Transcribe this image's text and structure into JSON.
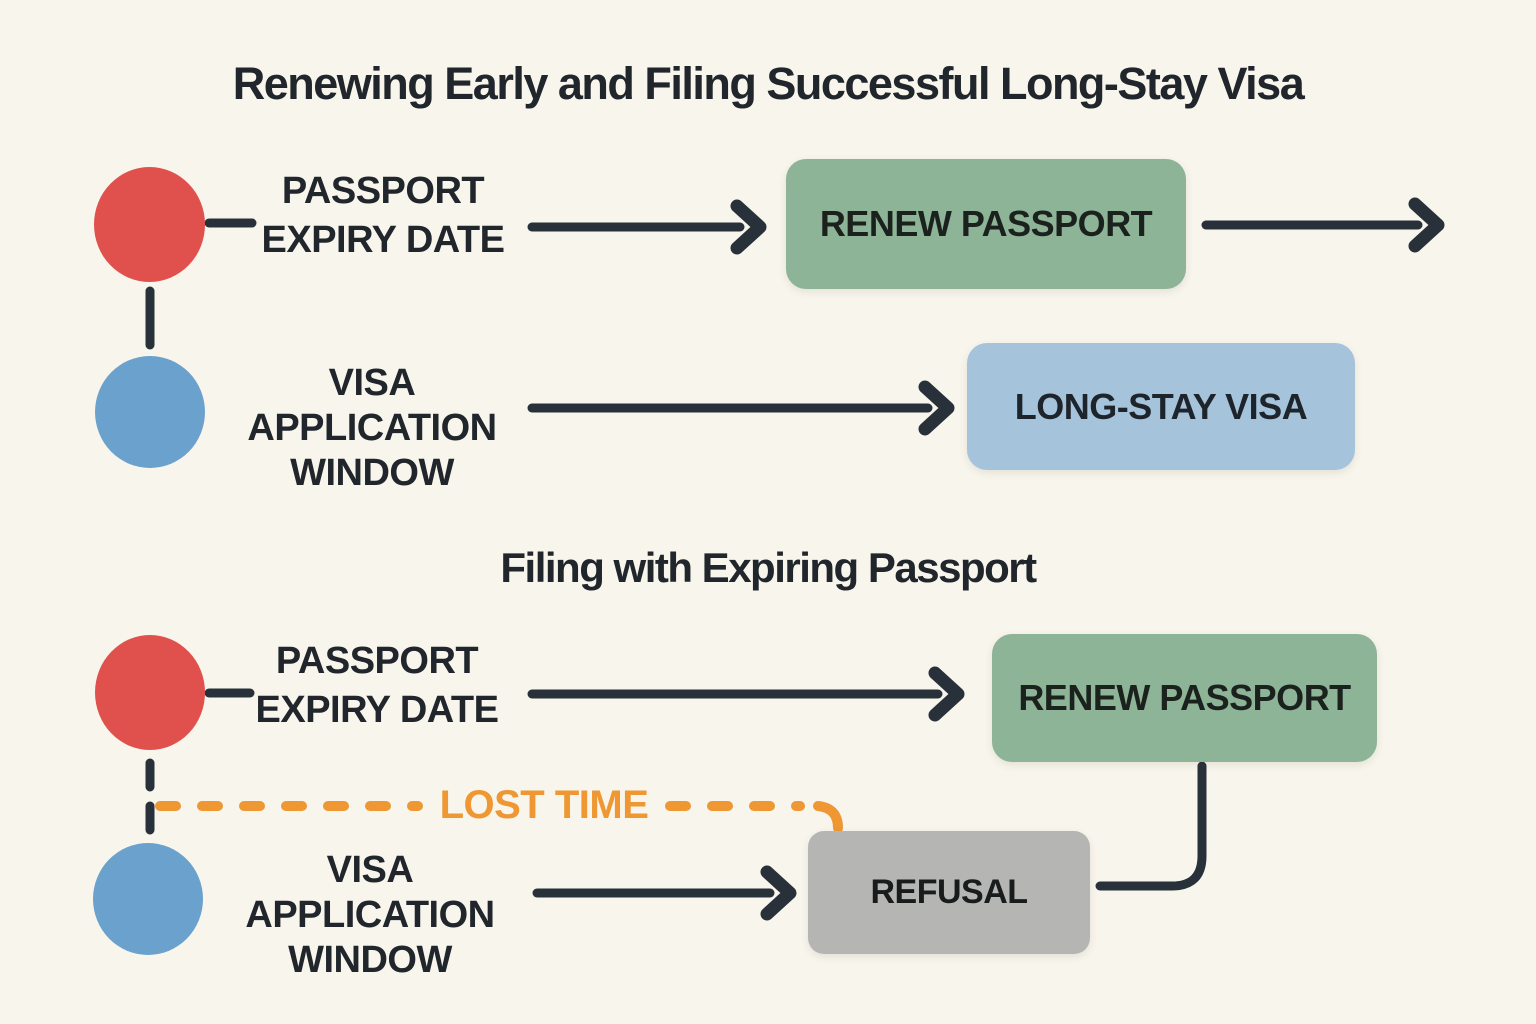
{
  "palette": {
    "background": "#F8F5EC",
    "timeline_red": "#E0514D",
    "timeline_blue": "#6BA1CD",
    "box_green": "#8DB497",
    "box_blue": "#A6C3DC",
    "box_gray": "#B5B6B4",
    "line_dark": "#28313A",
    "accent_orange": "#EE9733"
  },
  "section_early": {
    "title": "Renewing Early and Filing Successful Long-Stay Visa",
    "passport_row": {
      "line1": "PASSPORT",
      "line2": "EXPIRY DATE",
      "box_label": "RENEW PASSPORT"
    },
    "visa_row": {
      "line1": "VISA",
      "line2": "APPLICATION",
      "line3": "WINDOW",
      "box_label": "LONG-STAY VISA"
    }
  },
  "section_expiring": {
    "title": "Filing with Expiring Passport",
    "passport_row": {
      "line1": "PASSPORT",
      "line2": "EXPIRY DATE",
      "box_label": "RENEW PASSPORT"
    },
    "lost_time_label": "LOST TIME",
    "visa_row": {
      "line1": "VISA",
      "line2": "APPLICATION",
      "line3": "WINDOW",
      "box_label": "REFUSAL"
    }
  }
}
